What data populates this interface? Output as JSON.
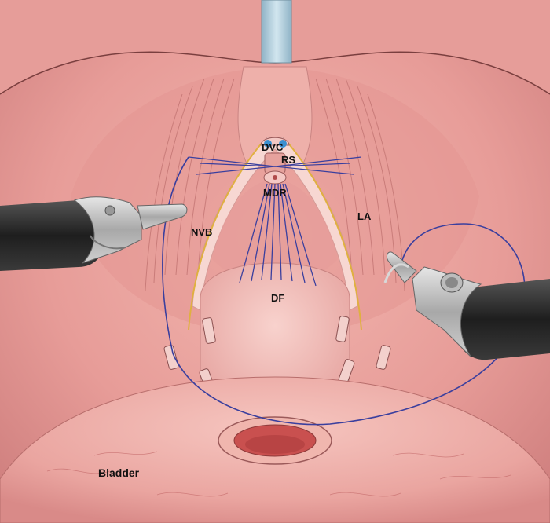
{
  "labels": {
    "dvc": "DVC",
    "rs": "RS",
    "mdr": "MDR",
    "nvb": "NVB",
    "la": "LA",
    "df": "DF",
    "bladder": "Bladder"
  },
  "colors": {
    "tissue_base": "#e8a0a0",
    "tissue_light": "#f5c9c4",
    "tissue_dark": "#c97878",
    "suture": "#3a3f9e",
    "instrument_dark": "#2a2a2a",
    "instrument_metal": "#b8b8b8",
    "catheter": "#a9c7d6",
    "vessel_blue": "#3b8fd0"
  }
}
